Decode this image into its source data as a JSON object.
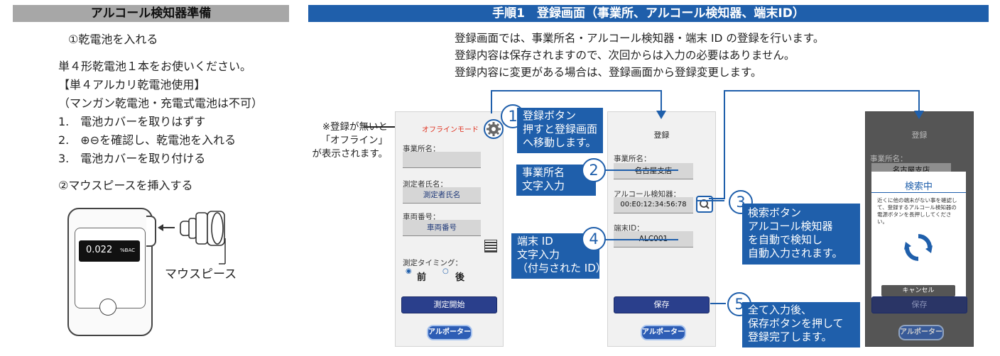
{
  "left": {
    "header": "アルコール検知器準備",
    "step1_title": "①乾電池を入れる",
    "battery_note": "単４形乾電池１本をお使いください。",
    "battery_type": "【単４アルカリ乾電池使用】",
    "battery_warning": "（マンガン乾電池・充電式電池は不可）",
    "steps": [
      "1.　電池カバーを取りはずす",
      "2.　⊕⊖を確認し、乾電池を入れる",
      "3.　電池カバーを取り付ける"
    ],
    "step2_title": "②マウスピースを挿入する",
    "device_reading": "0.022",
    "device_unit": "%BAC",
    "mouthpiece_label": "マウスピース"
  },
  "right": {
    "header": "手順1　登録画面（事業所、アルコール検知器、端末ID）",
    "intro": [
      "登録画面では、事業所名・アルコール検知器・端末 ID の登録を行います。",
      "登録内容は保存されますので、次回からは入力の必要はありません。",
      "登録内容に変更がある場合は、登録画面から登録変更します。"
    ],
    "note": [
      "※登録が無いと",
      "「オフライン」",
      "が表示されます。"
    ]
  },
  "phone1": {
    "offline": "オフラインモード",
    "office_label": "事業所名：",
    "person_label": "測定者氏名：",
    "person_value": "測定者氏名",
    "vehicle_label": "車両番号：",
    "vehicle_value": "車両番号",
    "timing_label": "測定タイミング：",
    "timing_before": "前",
    "timing_after": "後",
    "start_button": "測定開始",
    "logo": "アルポーター"
  },
  "phone2": {
    "title": "登録",
    "office_label": "事業所名：",
    "office_value": "名古屋支店",
    "detector_label": "アルコール検知器：",
    "detector_value": "00:E0:12:34:56:78",
    "terminal_label": "端末ID：",
    "terminal_value": "ALC001",
    "save_button": "保存",
    "logo": "アルポーター"
  },
  "phone3": {
    "title": "登録",
    "office_label": "事業所名：",
    "office_value": "名古屋支店",
    "dialog_title": "検索中",
    "dialog_text": "近くに他の端末がない事を確認して、登録するアルコール検知器の電源ボタンを長押ししてください。",
    "cancel_button": "キャンセル",
    "save_button": "保存",
    "logo": "アルポーター"
  },
  "callouts": {
    "c1": {
      "num": "1",
      "lines": [
        "登録ボタン",
        "押すと登録画面",
        "へ移動します。"
      ]
    },
    "c2": {
      "num": "2",
      "lines": [
        "事業所名",
        "文字入力"
      ]
    },
    "c3": {
      "num": "3",
      "lines": [
        "検索ボタン",
        "アルコール検知器",
        "を自動で検知し",
        "自動入力されます。"
      ]
    },
    "c4": {
      "num": "4",
      "lines": [
        "端末 ID",
        "文字入力",
        "（付与された ID）"
      ]
    },
    "c5": {
      "num": "5",
      "lines": [
        "全て入力後、",
        "保存ボタンを押して",
        "登録完了します。"
      ]
    }
  },
  "colors": {
    "accent": "#1f5fab",
    "header_gray": "#a7a7a7",
    "offline_red": "#e0301e"
  }
}
